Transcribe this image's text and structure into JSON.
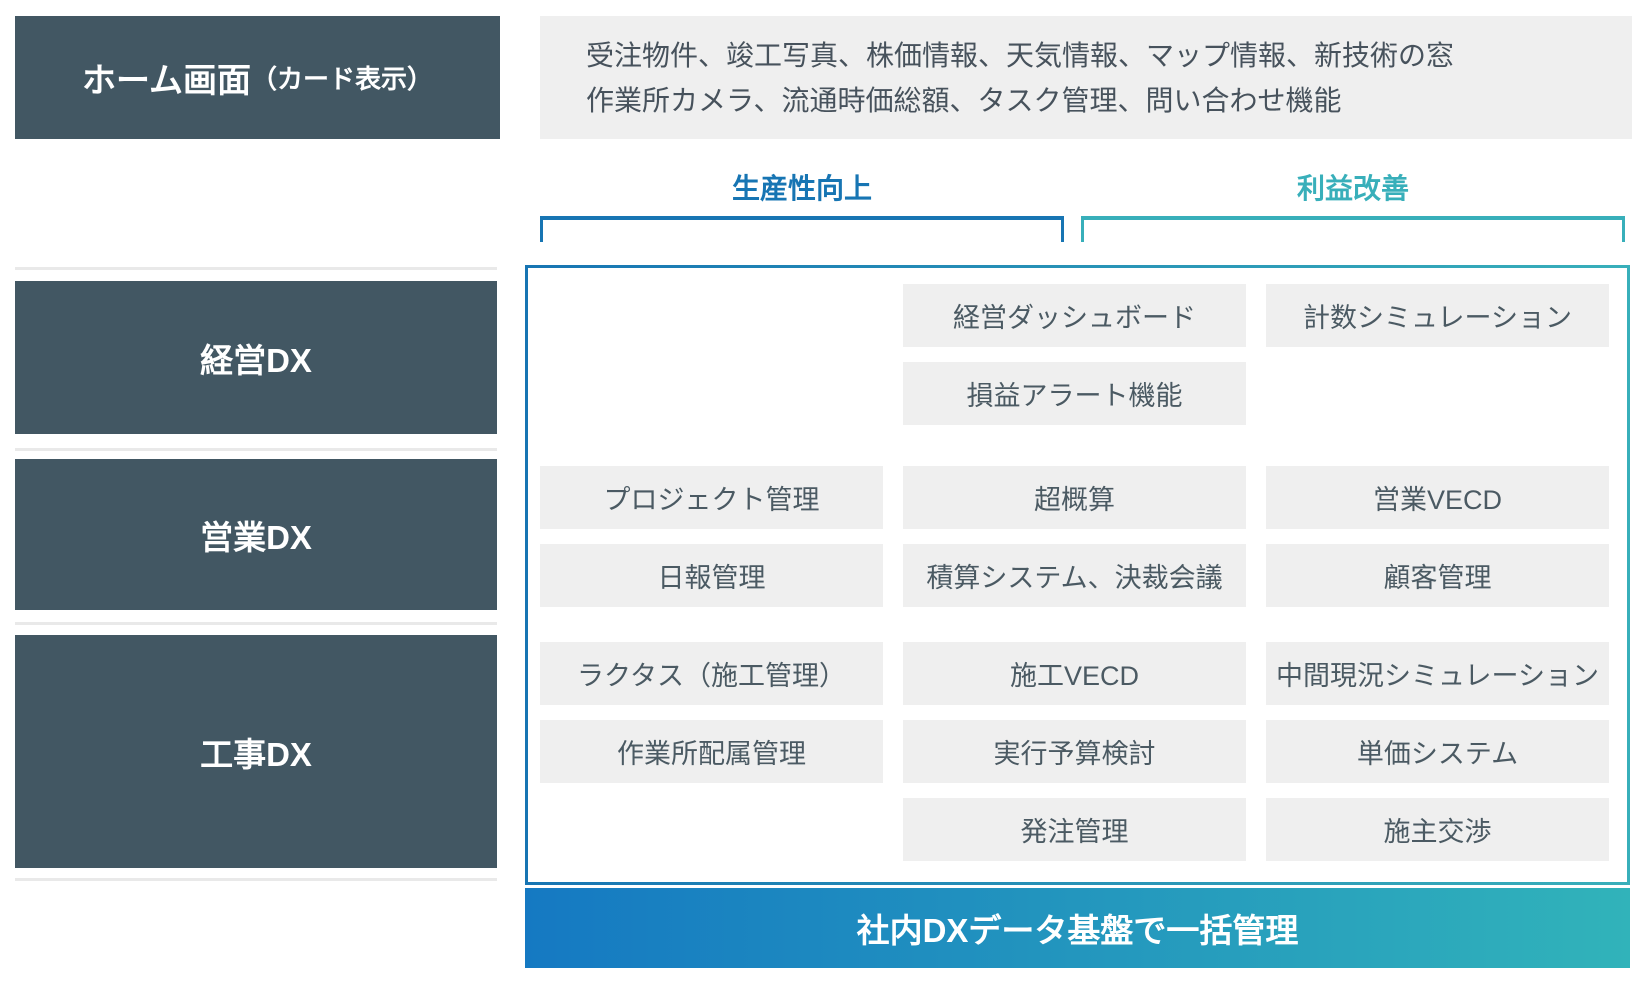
{
  "top": {
    "home_title": "ホーム画面",
    "home_title_sub": "（カード表示）",
    "features_line1": "受注物件、竣工写真、株価情報、天気情報、マップ情報、新技術の窓",
    "features_line2": "作業所カメラ、流通時価総額、タスク管理、問い合わせ機能"
  },
  "column_headers": {
    "productivity": "生産性向上",
    "profit": "利益改善"
  },
  "matrix": {
    "sections": [
      {
        "label": "経営DX",
        "rows": [
          [
            null,
            "経営ダッシュボード",
            "計数シミュレーション"
          ],
          [
            null,
            "損益アラート機能",
            null
          ]
        ]
      },
      {
        "label": "営業DX",
        "rows": [
          [
            "プロジェクト管理",
            "超概算",
            "営業VECD"
          ],
          [
            "日報管理",
            "積算システム、決裁会議",
            "顧客管理"
          ]
        ]
      },
      {
        "label": "工事DX",
        "rows": [
          [
            "ラクタス（施工管理）",
            "施工VECD",
            "中間現況シミュレーション"
          ],
          [
            "作業所配属管理",
            "実行予算検討",
            "単価システム"
          ],
          [
            null,
            "発注管理",
            "施主交渉"
          ]
        ]
      }
    ]
  },
  "footer": {
    "label": "社内DXデータ基盤で一括管理"
  },
  "colors": {
    "dark_slate": "#425763",
    "card_gray": "#efefef",
    "accent_blue": "#1775b3",
    "accent_teal": "#38afba",
    "bar_gradient_start": "#1579c2",
    "bar_gradient_end": "#31b3ba",
    "separator_gray": "#e9e9e9"
  }
}
